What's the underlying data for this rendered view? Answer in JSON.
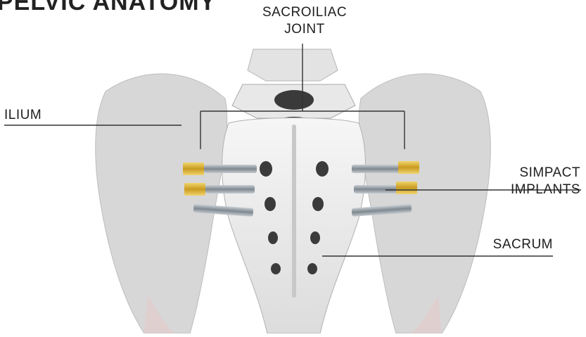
{
  "figure": {
    "title": "PELVIC ANATOMY",
    "labels": {
      "sacroiliac_joint": "SACROILIAC JOINT",
      "ilium": "ILIUM",
      "simpact_implants": "SIMPACT IMPLANTS",
      "sacrum": "SACRUM"
    },
    "colors": {
      "bone": "#eeeeee",
      "ilium_translucent": "#c9c9c9",
      "implant_gold": "#d6b23c",
      "implant_steel": "#9aa3ab",
      "leader_line": "#333333"
    }
  }
}
